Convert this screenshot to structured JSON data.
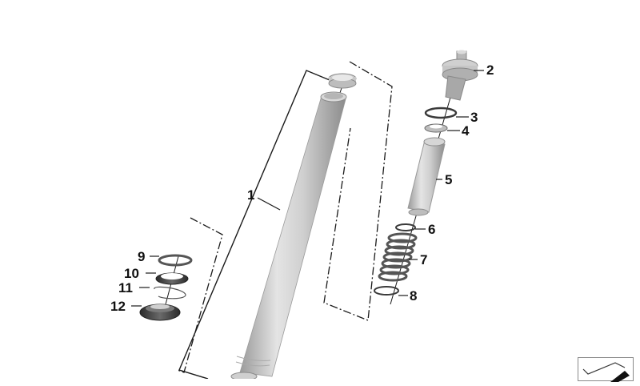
{
  "diagram": {
    "type": "exploded parts diagram",
    "subject": "front fork tube assembly",
    "colors": {
      "part_metal": "#c4c4c4",
      "part_dark": "#3c3c3c",
      "lines": "#1a1a1a"
    }
  },
  "callouts": [
    {
      "id": "1",
      "label": "1",
      "part": "fork tube (outer)"
    },
    {
      "id": "2",
      "label": "2",
      "part": "screw cap / adjuster"
    },
    {
      "id": "3",
      "label": "3",
      "part": "o-ring"
    },
    {
      "id": "4",
      "label": "4",
      "part": "washer"
    },
    {
      "id": "5",
      "label": "5",
      "part": "spacer tube"
    },
    {
      "id": "6",
      "label": "6",
      "part": "washer"
    },
    {
      "id": "7",
      "label": "7",
      "part": "spring"
    },
    {
      "id": "8",
      "label": "8",
      "part": "ring"
    },
    {
      "id": "9",
      "label": "9",
      "part": "washer"
    },
    {
      "id": "10",
      "label": "10",
      "part": "seal ring"
    },
    {
      "id": "11",
      "label": "11",
      "part": "circlip"
    },
    {
      "id": "12",
      "label": "12",
      "part": "dust seal"
    }
  ],
  "nav": {
    "icon": "diagram-navigation-icon"
  }
}
